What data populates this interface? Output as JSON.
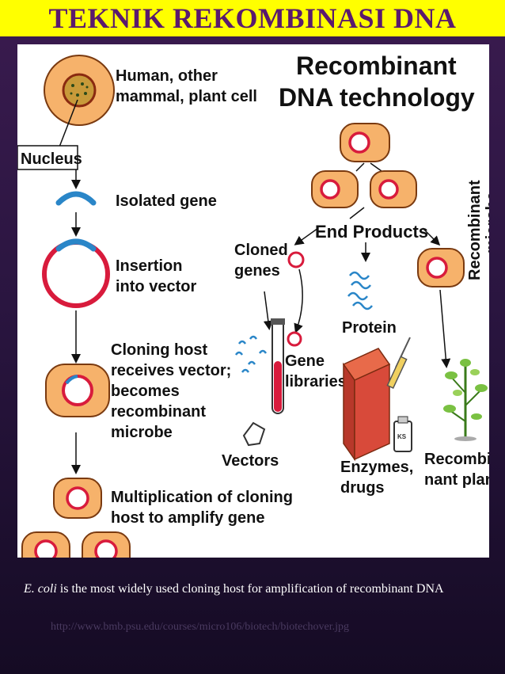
{
  "slide_title": "TEKNIK REKOMBINASI DNA",
  "diagram": {
    "heading_line1": "Recombinant",
    "heading_line2": "DNA technology",
    "left_steps": {
      "source_cell_line1": "Human, other",
      "source_cell_line2": "mammal, plant cell",
      "nucleus": "Nucleus",
      "isolated_gene": "Isolated gene",
      "insertion_line1": "Insertion",
      "insertion_line2": "into vector",
      "cloning_line1": "Cloning host",
      "cloning_line2": "receives vector;",
      "cloning_line3": "becomes",
      "cloning_line4": "recombinant",
      "cloning_line5": "microbe",
      "multiplication_line1": "Multiplication of cloning",
      "multiplication_line2": "host to amplify gene"
    },
    "right_products": {
      "end_products": "End Products",
      "cloned_genes_line1": "Cloned",
      "cloned_genes_line2": "genes",
      "protein": "Protein",
      "recombinant_microbe_line1": "Recombinant",
      "recombinant_microbe_line2": "microbe",
      "gene_libraries_line1": "Gene",
      "gene_libraries_line2": "libraries",
      "vectors": "Vectors",
      "enzymes_line1": "Enzymes,",
      "enzymes_line2": "drugs",
      "recombinant_plant_line1": "Recombi-",
      "recombinant_plant_line2": "nant plant",
      "bottle_label": "KS"
    },
    "colors": {
      "cell_fill": "#f6b26b",
      "cell_stroke": "#7a3a10",
      "plasmid": "#d81b3c",
      "gene": "#2a86c8"
    }
  },
  "caption": {
    "species": "E. coli",
    "text": " is the most widely used cloning host for amplification of recombinant DNA"
  },
  "source_url": "http://www.bmb.psu.edu/courses/micro106/biotech/biotechover.jpg"
}
